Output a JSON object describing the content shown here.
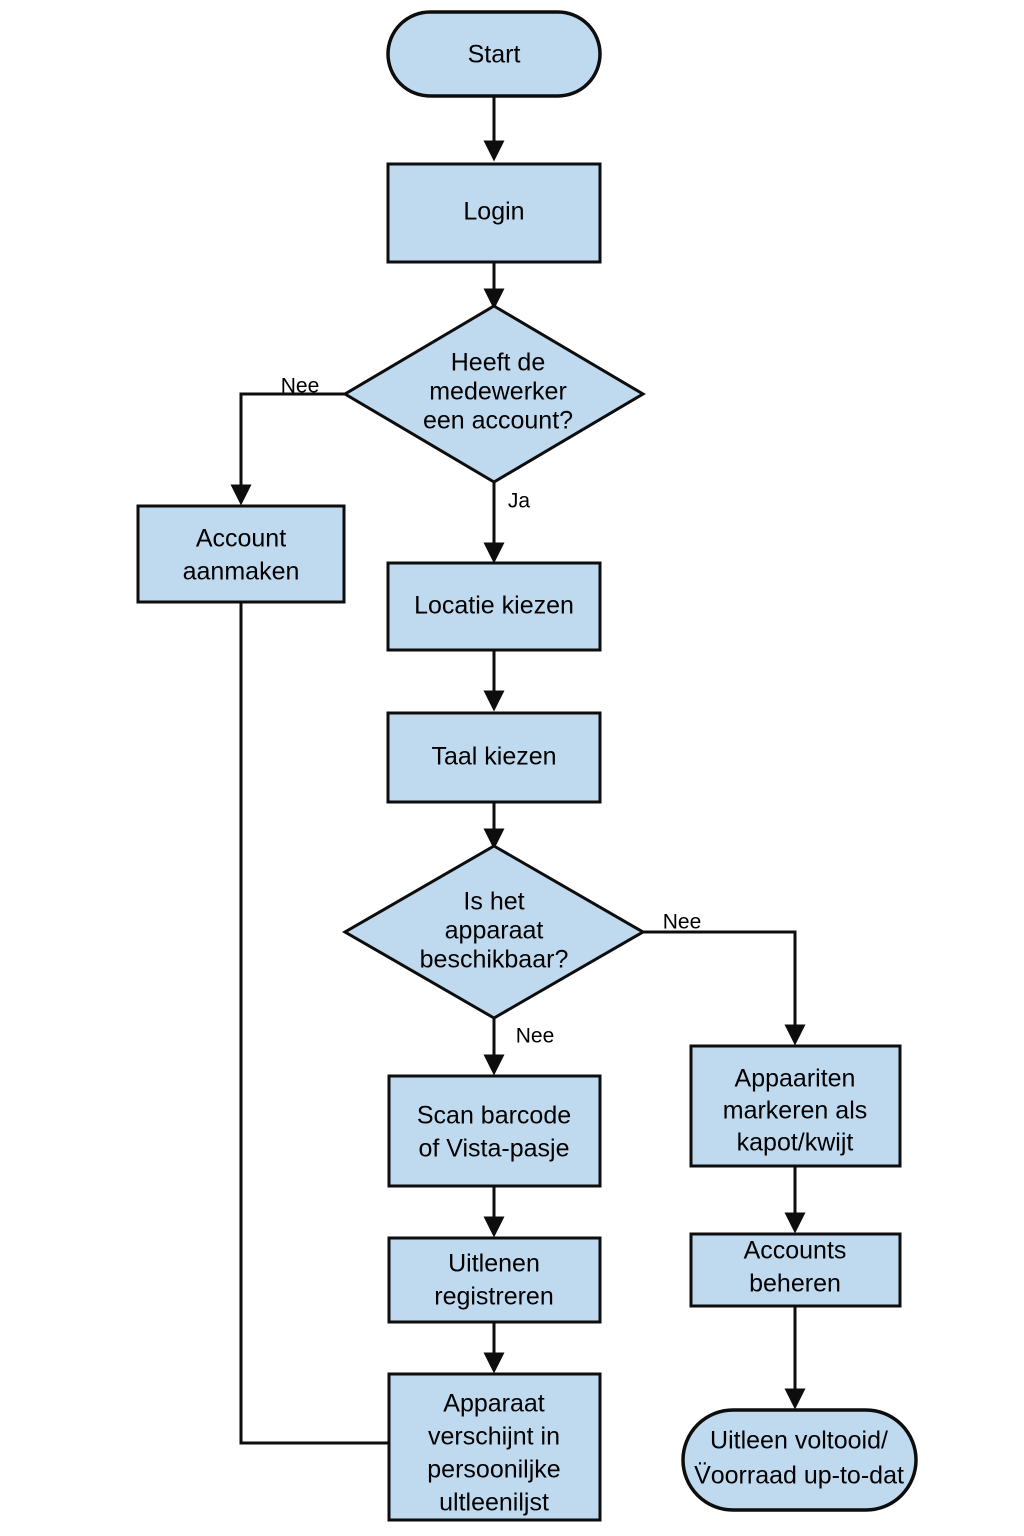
{
  "diagram": {
    "title": "Uitleenproces flowchart",
    "language": "nl",
    "colors": {
      "shape_fill": "#bfd9ef",
      "shape_stroke": "#0d0d0d",
      "connector": "#0d0d0d",
      "background": "#ffffff",
      "text": "#000000"
    },
    "nodes": [
      {
        "id": "start",
        "type": "terminator",
        "label": "Start",
        "lines": [
          "Start"
        ]
      },
      {
        "id": "login",
        "type": "process",
        "label": "Login",
        "lines": [
          "Login"
        ]
      },
      {
        "id": "d-account",
        "type": "decision",
        "label": "Heeft de medewerker een account?",
        "lines": [
          "Heeft de",
          "medewerker",
          "een account?"
        ]
      },
      {
        "id": "account-make",
        "type": "process",
        "label": "Account aanmaken",
        "lines": [
          "Account",
          "aanmaken"
        ]
      },
      {
        "id": "locatie",
        "type": "process",
        "label": "Locatie kiezen",
        "lines": [
          "Locatie kiezen"
        ]
      },
      {
        "id": "taal",
        "type": "process",
        "label": "Taal kiezen",
        "lines": [
          "Taal kiezen"
        ]
      },
      {
        "id": "d-apparaat",
        "type": "decision",
        "label": "Is het apparaat beschikbaar?",
        "lines": [
          "Is het",
          "apparaat",
          "beschikbaar?"
        ]
      },
      {
        "id": "scan",
        "type": "process",
        "label": "Scan barcode of Vista-pasje",
        "lines": [
          "Scan barcode",
          "of Vista-pasje"
        ]
      },
      {
        "id": "registreren",
        "type": "process",
        "label": "Uitlenen registreren",
        "lines": [
          "Uitlenen",
          "registreren"
        ]
      },
      {
        "id": "verschijnt",
        "type": "process",
        "label": "Apparaat verschijnt in persooniljke ultleeniljst",
        "lines": [
          "Apparaat",
          "verschijnt in",
          "persooniljke",
          "ultleeniljst"
        ]
      },
      {
        "id": "markeren",
        "type": "process",
        "label": "Appaariten markeren als kapot/kwijt",
        "lines": [
          "Appaariten",
          "markeren als",
          "kapot/kwijt"
        ]
      },
      {
        "id": "accounts",
        "type": "process",
        "label": "Accounts beheren",
        "lines": [
          "Accounts",
          "beheren"
        ]
      },
      {
        "id": "end",
        "type": "terminator",
        "label": "Uitleen voltooid/ V̈oorraad up-to-dat",
        "lines": [
          "Uitleen voltooid/",
          "V̈oorraad up-to-dat"
        ]
      }
    ],
    "edge_labels": {
      "account_no": "Nee",
      "account_yes": "Ja",
      "apparaat_right": "Nee",
      "apparaat_down": "Nee"
    }
  }
}
